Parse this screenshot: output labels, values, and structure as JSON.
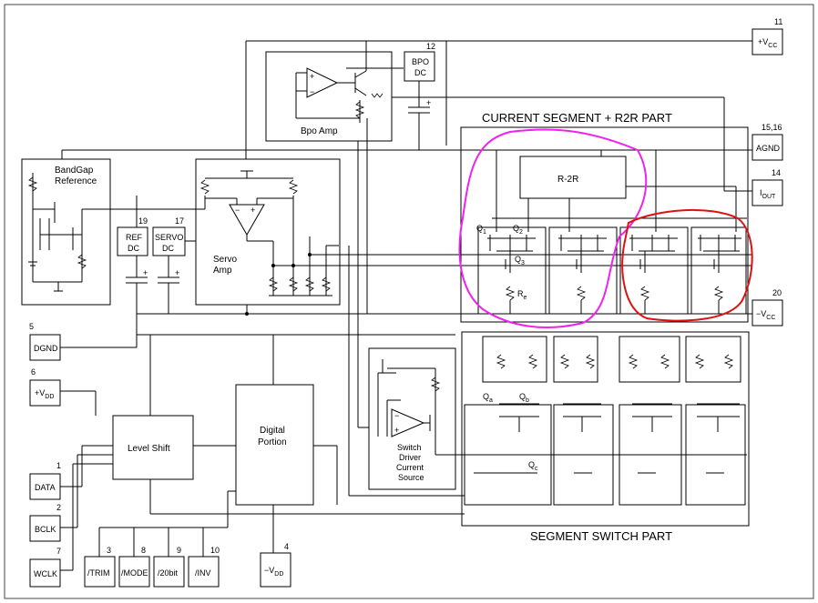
{
  "pins": {
    "vcc_pos": {
      "num": "11",
      "label": "+V",
      "sub": "CC"
    },
    "agnd": {
      "num": "15,16",
      "label": "AGND"
    },
    "iout": {
      "num": "14",
      "label": "I",
      "sub": "OUT"
    },
    "vcc_neg": {
      "num": "20",
      "label": "−V",
      "sub": "CC"
    },
    "dgnd": {
      "num": "5",
      "label": "DGND"
    },
    "vdd_pos": {
      "num": "6",
      "label": "+V",
      "sub": "DD"
    },
    "data": {
      "num": "1",
      "label": "DATA"
    },
    "bclk": {
      "num": "2",
      "label": "BCLK"
    },
    "wclk": {
      "num": "7",
      "label": "WCLK"
    },
    "trim": {
      "num": "3",
      "label": "/TRIM"
    },
    "mode": {
      "num": "8",
      "label": "/MODE"
    },
    "bit20": {
      "num": "9",
      "label": "/20bit"
    },
    "inv": {
      "num": "10",
      "label": "/INV"
    },
    "vdd_neg": {
      "num": "4",
      "label": "−V",
      "sub": "DD"
    },
    "bpo_dc": {
      "num": "12",
      "label1": "BPO",
      "label2": "DC"
    },
    "ref_dc": {
      "num": "19",
      "label1": "REF",
      "label2": "DC"
    },
    "servo_dc": {
      "num": "17",
      "label1": "SERVO",
      "label2": "DC"
    }
  },
  "blocks": {
    "bandgap": {
      "line1": "BandGap",
      "line2": "Reference"
    },
    "servo_amp": {
      "line1": "Servo",
      "line2": "Amp"
    },
    "bpo_amp": "Bpo Amp",
    "r2r": "R-2R",
    "level_shift": "Level   Shift",
    "digital": {
      "line1": "Digital",
      "line2": "Portion"
    },
    "switch_driver": {
      "line1": "Switch",
      "line2": "Driver",
      "line3": "Current",
      "line4": "Source"
    }
  },
  "sections": {
    "current_segment": "CURRENT SEGMENT + R2R PART",
    "segment_switch": "SEGMENT SWITCH PART"
  },
  "transistors": {
    "q1": "Q",
    "q1_sub": "1",
    "q2": "Q",
    "q2_sub": "2",
    "q3": "Q",
    "q3_sub": "3",
    "re": "R",
    "re_sub": "e",
    "qa": "Q",
    "qa_sub": "a",
    "qb": "Q",
    "qb_sub": "b",
    "qc": "Q",
    "qc_sub": "c"
  },
  "highlights": {
    "magenta": "#ee22ee",
    "red": "#dd1111"
  }
}
